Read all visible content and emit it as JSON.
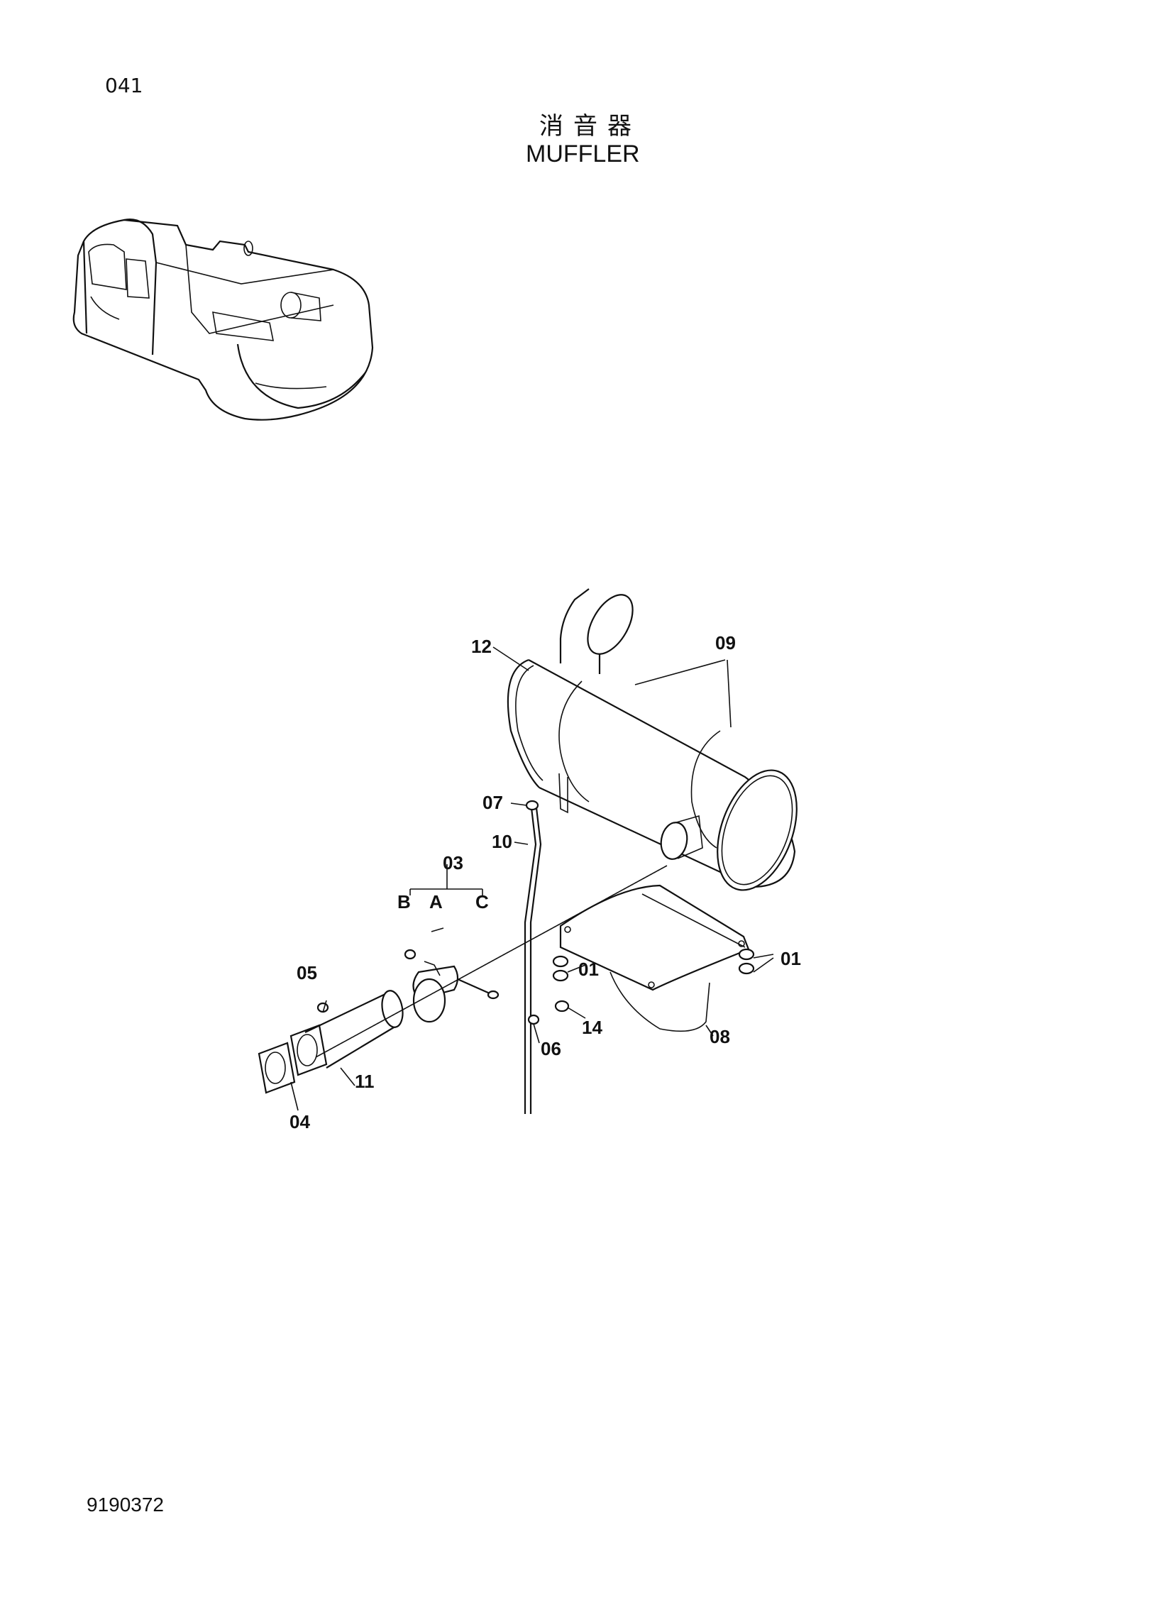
{
  "page": {
    "page_number": "041",
    "title_cn": "消音器",
    "title_en": "MUFFLER",
    "doc_number": "9190372"
  },
  "callouts": {
    "c01a": "01",
    "c01b": "01",
    "c03": "03",
    "c04": "04",
    "c05": "05",
    "c06": "06",
    "c07": "07",
    "c08": "08",
    "c09": "09",
    "c10": "10",
    "c11": "11",
    "c12": "12",
    "c14": "14",
    "sub_a": "A",
    "sub_b": "B",
    "sub_c": "C"
  },
  "colors": {
    "ink": "#111111",
    "paper": "#ffffff"
  }
}
